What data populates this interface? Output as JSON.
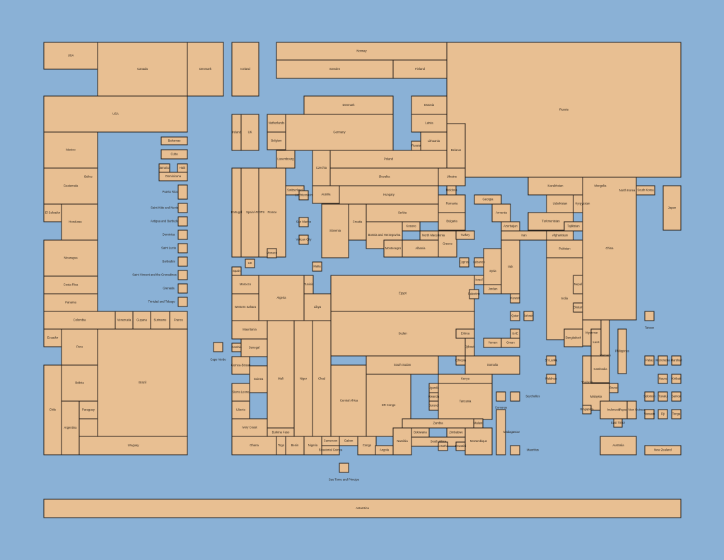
{
  "map": {
    "colors": {
      "ocean": "#8ab1d6",
      "land": "#e8bf92",
      "border": "#1f1a16",
      "text": "#231c16"
    },
    "labels": {
      "usa_north": "USA",
      "canada": "Canada",
      "usa": "USA",
      "denmark_greenland": "Denmark",
      "iceland": "Iceland",
      "mexico": "Mexico",
      "bahamas": "Bahamas",
      "cuba": "Cuba",
      "jamaica": "Jamaica",
      "haiti": "Haiti",
      "dominicana": "Dominicana",
      "belice": "Belice",
      "guatemala": "Guatemala",
      "puerto_rico": "Puerto Rico",
      "el_salvador": "El Salvador",
      "honduras": "Honduras",
      "saint_kitts": "Saint Kitts and Nevis",
      "antigua": "Antigua and Barbuda",
      "dominica": "Dominica",
      "saint_lucia": "Saint Lucia",
      "barbados": "Barbados",
      "st_vincent": "Saint Vincent and the Grenadines",
      "grenada": "Grenada",
      "trinidad": "Trinidad and Tobago",
      "nicaragua": "Nicaragua",
      "costa_rica": "Costa Rica",
      "panama": "Panama",
      "colombia": "Colombia",
      "venezuela": "Venezuela",
      "guyana": "Guyana",
      "suriname": "Suriname",
      "france_guiana": "France",
      "ecuador": "Ecuador",
      "peru": "Peru",
      "bolivia": "Bolivia",
      "brazil": "Brazil",
      "chile": "Chile",
      "paraguay": "Paraguay",
      "argentina": "Argentina",
      "uruguay": "Uruguay",
      "norway": "Norway",
      "sweden": "Sweden",
      "finland": "Finland",
      "russia": "Russia",
      "denmark": "Denmark",
      "estonia": "Estonia",
      "ireland": "Ireland",
      "uk": "UK",
      "netherlands": "Netherlands",
      "germany": "Germany",
      "latvia": "Latvia",
      "belgium": "Belgium",
      "russia_kal": "Russia",
      "lithuania": "Lithuania",
      "belarus": "Belarus",
      "luxembourg": "Luxembourg",
      "poland": "Poland",
      "czechia": "Czechia",
      "slovakia": "Slovakia",
      "ukraine": "Ukraine",
      "switzerland": "Switzerland",
      "liechtenstein": "Liechtenstein",
      "austria": "Austria",
      "hungary": "Hungary",
      "moldova": "Moldova",
      "portugal": "Portugal",
      "andorra": "Andorra",
      "spain": "Spain",
      "france": "France",
      "san_marino": "San Marino",
      "slovenia": "Slovenia",
      "croatia": "Croatia",
      "serbia": "Serbia",
      "romania": "Romania",
      "kosovo": "Kosovo",
      "bosnia": "Bosnia and Herzegovina",
      "north_macedonia": "North Macedonia",
      "bulgaria": "Bulgaria",
      "vatican": "Vatican City",
      "montenegro": "Montenegro",
      "albania": "Albania",
      "greece": "Greece",
      "monaco": "Monaco",
      "uk_gibraltar": "UK",
      "malta": "Malta",
      "spain_ceuta": "Spain",
      "morocco": "Morocco",
      "algeria": "Algeria",
      "tunisia": "Tunisia",
      "libya": "Libya",
      "egypt": "Egypt",
      "western_sahara": "Western Sahara",
      "mauritania": "Mauritania",
      "senegal": "Senegal",
      "gambia": "Gambia",
      "cape_verde": "Cape Verde",
      "guinea_bissau": "Guinea-Bissau",
      "guinea": "Guinea",
      "sierra_leone": "Sierra Leone",
      "liberia": "Liberia",
      "ivory_coast": "Ivory Coast",
      "mali": "Mali",
      "burkina_faso": "Burkina Faso",
      "niger": "Niger",
      "chad": "Chad",
      "sudan": "Sudan",
      "ghana": "Ghana",
      "togo": "Togo",
      "benin": "Benin",
      "nigeria": "Nigeria",
      "cameroon": "Cameroon",
      "equatorial_guinea": "Equatorial Guinea",
      "central_africa": "Central Africa",
      "gabon": "Gabon",
      "congo": "Congo",
      "angola": "Angola",
      "dr_congo": "DR Congo",
      "south_sudan": "South Sudan",
      "uganda": "Uganda",
      "rwanda": "Rwanda",
      "burundi": "Burundi",
      "tanzania": "Tanzania",
      "kenya": "Kenya",
      "ethiopia": "Ethiopia",
      "somalia": "Somalia",
      "eritrea": "Eritrea",
      "djibouti": "Djibouti",
      "zambia": "Zambia",
      "malawi": "Malawi",
      "namibia": "Namibia",
      "botswana": "Botswana",
      "zimbabwe": "Zimbabwe",
      "south_africa": "South Africa",
      "lesotho": "Lesotho",
      "eswatini": "Eswatini",
      "mozambique": "Mozambique",
      "comoros": "Comoros",
      "seychelles": "Seychelles",
      "madagascar": "Madagascar",
      "mauritius": "Mauritius",
      "sao_tome": "Sao Tome and Principe",
      "georgia": "Georgia",
      "armenia": "Armenia",
      "azerbaijan": "Azerbaijan",
      "turkey": "Turkey",
      "cyprus": "Cyprus",
      "lebanon": "Lebanon",
      "syria": "Syria",
      "israel": "Israel",
      "palestine": "Palestine",
      "jordan": "Jordan",
      "iraq": "Irak",
      "iran": "Iran",
      "kuwait": "Kuwait",
      "qatar": "Qatar",
      "bahrain": "Bahrain",
      "uae": "UAE",
      "yemen": "Yemen",
      "oman": "Oman",
      "kazakhstan": "Kazakhstan",
      "uzbekistan": "Uzbekistan",
      "kyrgyzstan": "Kyrgyzstan",
      "turkmenistan": "Turkmenistan",
      "tajikistan": "Tajikistan",
      "afghanistan": "Afghanistan",
      "pakistan": "Pakistan",
      "india": "India",
      "nepal": "Nepal",
      "bhutan": "Bhutan",
      "bangladesh": "Bangladesh",
      "sri_lanka": "Sri Lanka",
      "maldives": "Maldives",
      "mongolia": "Mongolia",
      "north_korea": "North Korea",
      "south_korea": "South Korea",
      "japan": "Japan",
      "china": "China",
      "taiwan": "Taiwan",
      "myanmar": "Myanmar",
      "laos": "Laos",
      "vietnam": "Vietnam",
      "thailand": "Thailand",
      "cambodia": "Cambodia",
      "philippines": "Philippines",
      "malaysia": "Malaysia",
      "brunei": "Brunei",
      "singapore": "Singapore",
      "indonesia": "Indonesia",
      "east_timor": "East Timor",
      "papua_new_guinea": "Papua New Guinea",
      "palau": "Palau",
      "marshall": "Marshall",
      "micronesia": "Micronesia",
      "nauru": "Nauru",
      "kiribati": "Kiribati",
      "solomon": "Solomon",
      "tuvalu": "Tuvalu",
      "samoa": "Samoa",
      "vanuatu": "Vanuatu",
      "fiji": "Fiji",
      "tonga": "Tonga",
      "australia": "Australia",
      "new_zealand": "New Zealand",
      "antarctica": "Antarctica"
    }
  }
}
